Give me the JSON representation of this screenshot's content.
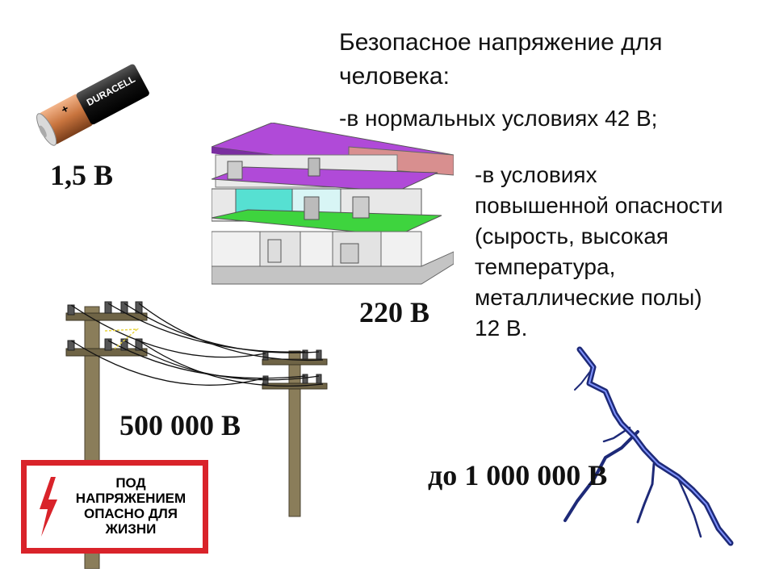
{
  "heading": {
    "line1": "Безопасное напряжение для",
    "line2": "человека:"
  },
  "normal_conditions": "-в нормальных условиях 42 В;",
  "high_danger": {
    "line1": "-в условиях",
    "line2": "повышенной опасности",
    "line3": "(сырость, высокая",
    "line4": "температура,",
    "line5": "металлические полы)",
    "line6": "12 В."
  },
  "battery": {
    "brand": "DURACELL",
    "plus": "+",
    "voltage": "1,5 В"
  },
  "house": {
    "voltage": "220 В"
  },
  "power_line": {
    "voltage": "500 000 В"
  },
  "lightning": {
    "voltage": "до 1 000 000 В"
  },
  "warning_sign": {
    "line1": "ПОД",
    "line2": "НАПРЯЖЕНИЕМ",
    "line3": "ОПАСНО ДЛЯ",
    "line4": "ЖИЗНИ"
  },
  "colors": {
    "sign_red": "#d9232a",
    "roof": "#b04ad8",
    "floor_green": "#3ed43e",
    "lightning": "#2c3a8e"
  }
}
